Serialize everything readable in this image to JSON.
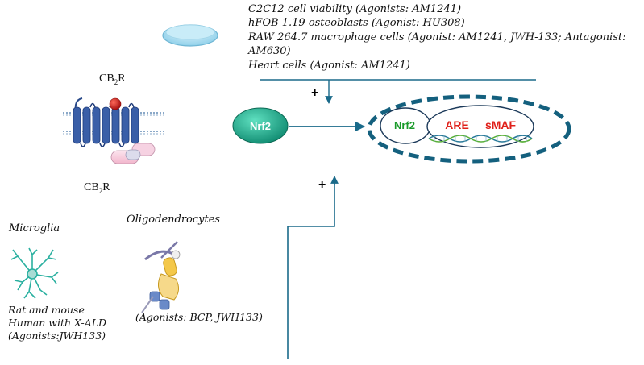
{
  "top_models": {
    "line1": "C2C12 cell viability  (Agonists: AM1241)",
    "line2": "hFOB 1.19 osteoblasts (Agonist: HU308)",
    "line3": "RAW 264.7 macrophage cells (Agonist: AM1241, JWH-133; Antagonist:",
    "line4": "AM630)",
    "line5": "Heart cells (Agonist: AM1241)"
  },
  "receptor": {
    "label_top": "CB",
    "label_top_sub": "2",
    "label_top_suffix": "R",
    "label_bottom": "CB",
    "label_bottom_sub": "2",
    "label_bottom_suffix": "R"
  },
  "nrf2": {
    "label": "Nrf2"
  },
  "nucleus": {
    "nrf2_label": "Nrf2",
    "are_label": "ARE",
    "smaf_label": "sMAF"
  },
  "signs": {
    "plus_top": "+",
    "plus_bottom": "+"
  },
  "microglia": {
    "title": "Microglia",
    "line1": "Rat and mouse",
    "line2": "Human with X-ALD",
    "line3": "(Agonists:JWH133)"
  },
  "oligodendrocytes": {
    "title": "Oligodendrocytes",
    "agonists": "(Agonists: BCP, JWH133)"
  },
  "colors": {
    "arrow": "#1a6a8a",
    "nrf2_fill": "#1aa88a",
    "nucleus_ring": "#14607e",
    "nrf2_green": "#1a9a2a",
    "are_red": "#e0201a",
    "receptor_blue": "#3a5fa8",
    "ligand_red": "#cc1a1a"
  }
}
